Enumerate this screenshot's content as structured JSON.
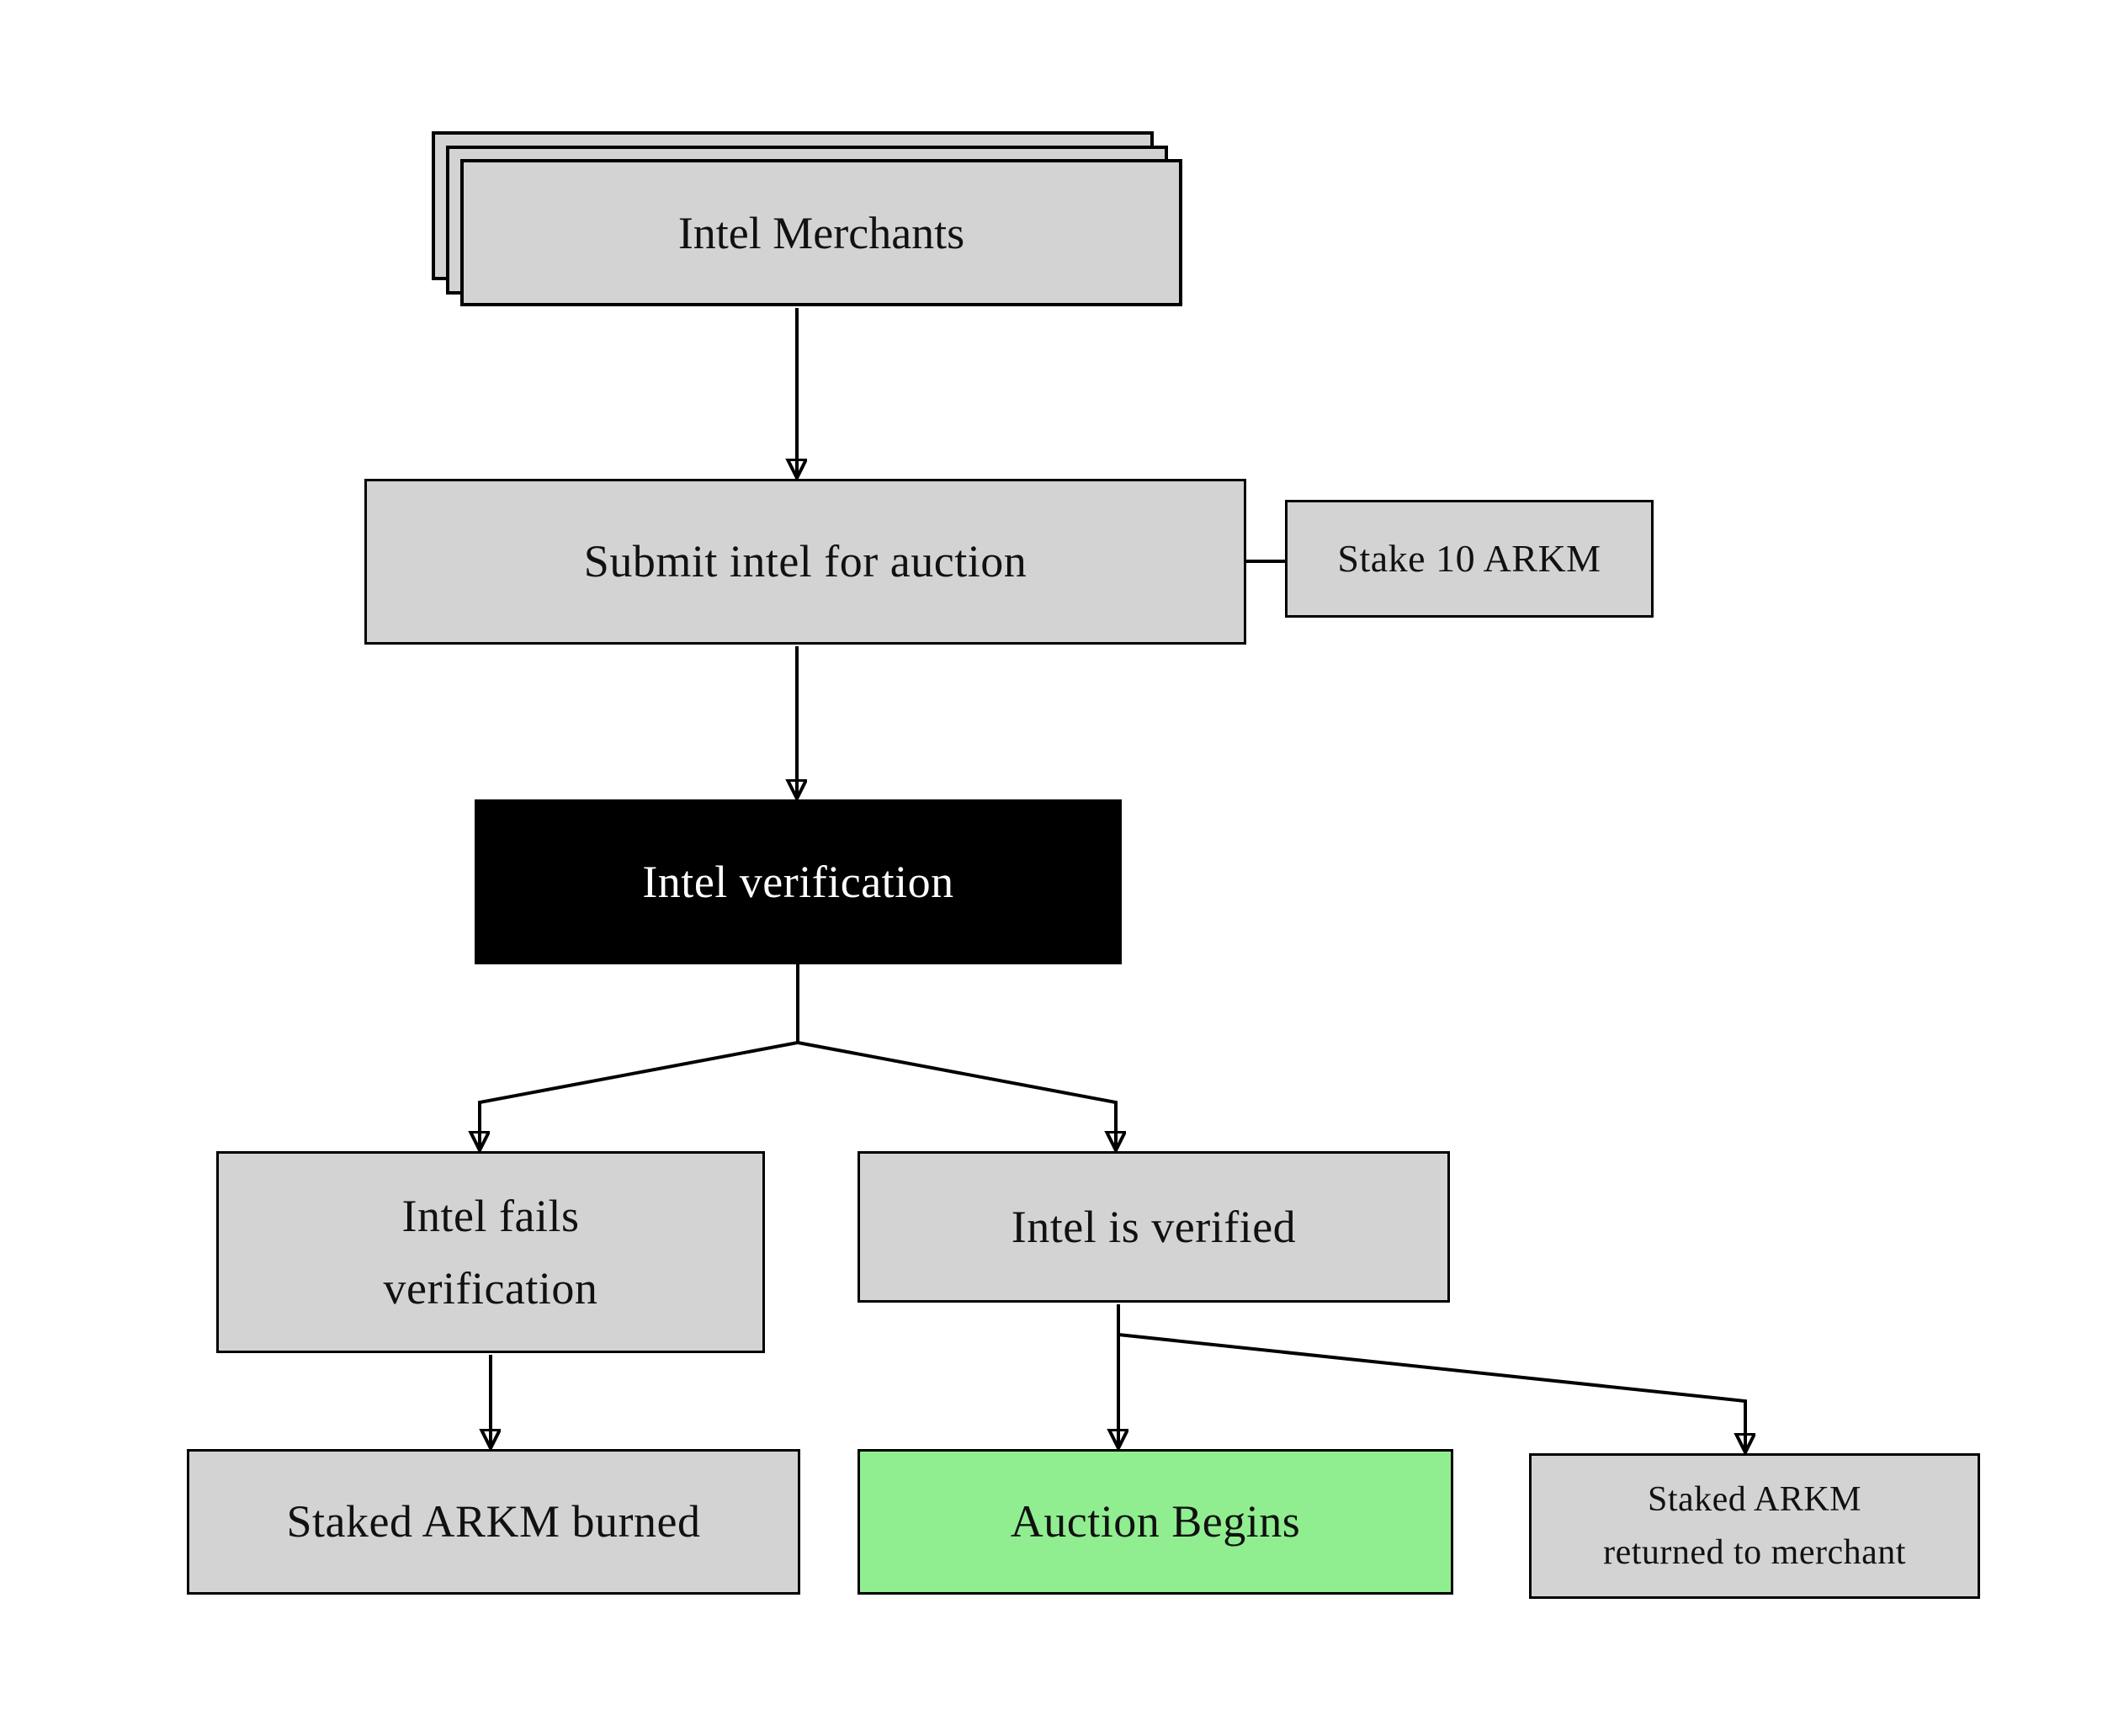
{
  "diagram": {
    "type": "flowchart",
    "colors": {
      "node_fill": "#d3d3d3",
      "node_border": "#000000",
      "verification_fill": "#000000",
      "verification_text": "#ffffff",
      "success_fill": "#90ee90",
      "edge_color": "#000000",
      "background": "#ffffff"
    },
    "nodes": {
      "intel_merchants": {
        "label": "Intel Merchants"
      },
      "submit_intel": {
        "label": "Submit intel for auction"
      },
      "stake": {
        "label": "Stake 10 ARKM"
      },
      "verification": {
        "label": "Intel verification"
      },
      "fails": {
        "lines": [
          "Intel fails",
          "verification"
        ]
      },
      "verified": {
        "label": "Intel is verified"
      },
      "burned": {
        "label": "Staked ARKM burned"
      },
      "auction": {
        "label": "Auction Begins"
      },
      "returned": {
        "lines": [
          "Staked ARKM",
          "returned to merchant"
        ]
      }
    }
  }
}
